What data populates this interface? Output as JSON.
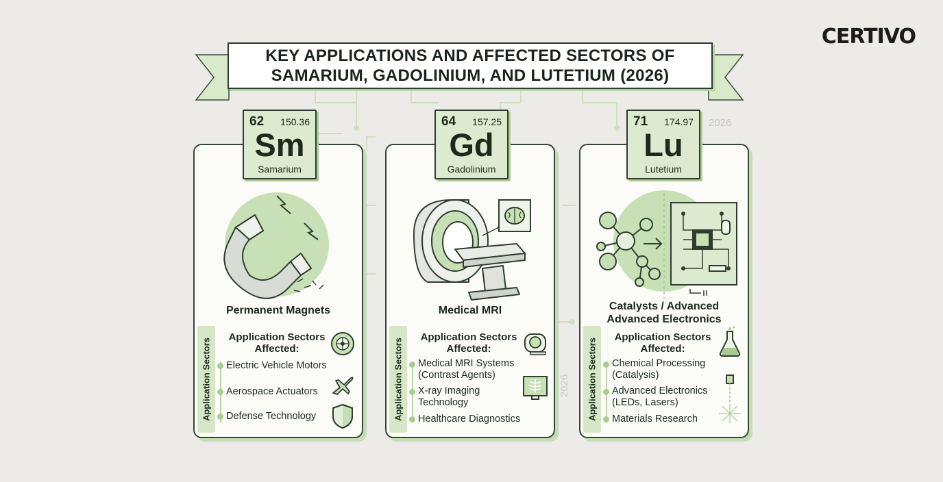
{
  "brand": "CERTIVO",
  "title": {
    "line1": "KEY APPLICATIONS AND AFFECTED SECTORS OF",
    "line2": "SAMARIUM, GADOLINIUM, AND LUTETIUM (2026)"
  },
  "decor_year": "2026",
  "colors": {
    "accent_green": "#c8e0b5",
    "dark": "#2c3a2c",
    "background": "#ecebe7"
  },
  "elements": [
    {
      "number": "62",
      "mass": "150.36",
      "symbol": "Sm",
      "name": "Samarium",
      "application": [
        "Permanent Magnets"
      ],
      "illustration_icon": "horseshoe-magnet-icon",
      "sector_tab": "Application Sectors",
      "sector_heading": [
        "Application Sectors",
        "Affected:"
      ],
      "sectors": [
        {
          "lines": [
            "Electric Vehicle Motors"
          ],
          "icon": "wheel-icon"
        },
        {
          "lines": [
            "Aerospace Actuators"
          ],
          "icon": "airplane-icon"
        },
        {
          "lines": [
            "Defense Technology"
          ],
          "icon": "shield-icon"
        }
      ]
    },
    {
      "number": "64",
      "mass": "157.25",
      "symbol": "Gd",
      "name": "Gadolinium",
      "application": [
        "Medical MRI"
      ],
      "illustration_icon": "mri-scanner-icon",
      "sector_tab": "Application Sectors",
      "sector_heading": [
        "Application Sectors",
        "Affected:"
      ],
      "sectors": [
        {
          "lines": [
            "Medical MRI Systems",
            "(Contrast Agents)"
          ],
          "icon": "mri-mini-icon"
        },
        {
          "lines": [
            "X-ray Imaging",
            "Technology"
          ],
          "icon": "xray-monitor-icon"
        },
        {
          "lines": [
            "Healthcare Diagnostics"
          ],
          "icon": ""
        }
      ]
    },
    {
      "number": "71",
      "mass": "174.97",
      "symbol": "Lu",
      "name": "Lutetium",
      "application": [
        "Catalysts / Advanced",
        "Advanced Electronics"
      ],
      "illustration_icon": "molecule-circuit-icon",
      "sector_tab": "Application Sectors",
      "sector_heading": [
        "Application Sectors",
        "Affected:"
      ],
      "sectors": [
        {
          "lines": [
            "Chemical Processing",
            "(Catalysis)"
          ],
          "icon": "flask-icon"
        },
        {
          "lines": [
            "Advanced Electronics",
            "(LEDs, Lasers)"
          ],
          "icon": "laser-icon"
        },
        {
          "lines": [
            "Materials Research"
          ],
          "icon": ""
        }
      ]
    }
  ]
}
